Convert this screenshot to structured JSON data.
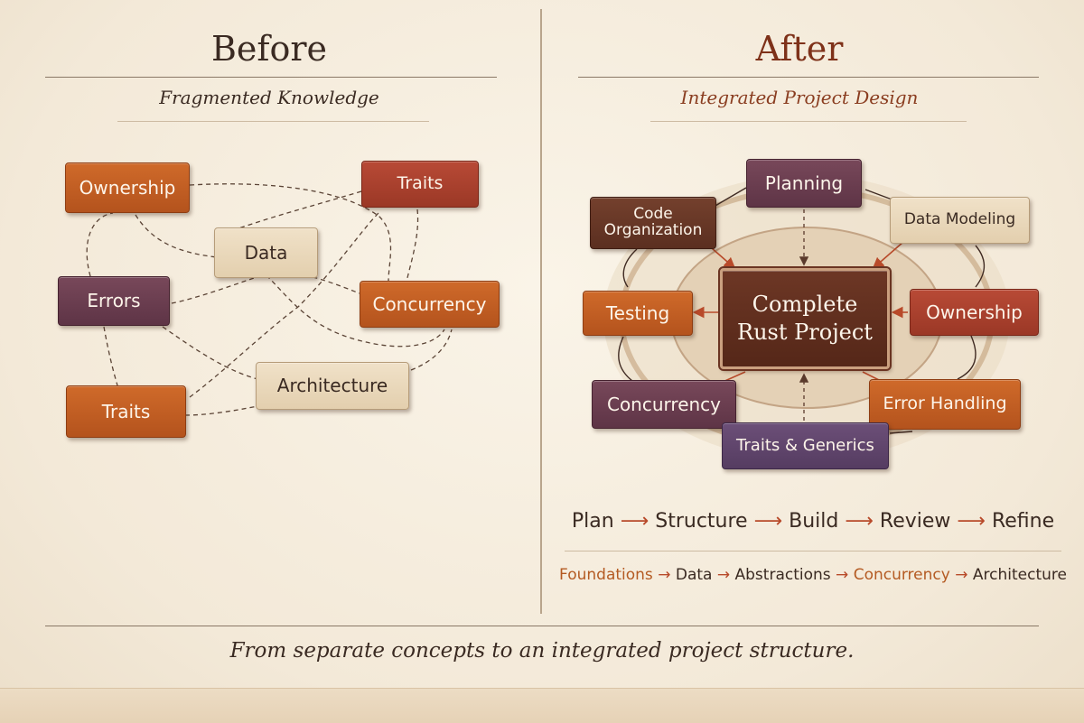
{
  "before": {
    "title": "Before",
    "subtitle": "Fragmented Knowledge",
    "nodes": {
      "ownership": "Ownership",
      "traits_top": "Traits",
      "data": "Data",
      "errors": "Errors",
      "concurrency": "Concurrency",
      "architecture": "Architecture",
      "traits_bottom": "Traits"
    }
  },
  "after": {
    "title": "After",
    "subtitle": "Integrated Project Design",
    "center": {
      "line1": "Complete",
      "line2": "Rust Project"
    },
    "nodes": {
      "planning": "Planning",
      "code_org_line1": "Code",
      "code_org_line2": "Organization",
      "data_modeling": "Data Modeling",
      "testing": "Testing",
      "ownership": "Ownership",
      "concurrency": "Concurrency",
      "error_handling": "Error Handling",
      "traits_generics": "Traits & Generics"
    },
    "process": [
      "Plan",
      "Structure",
      "Build",
      "Review",
      "Refine"
    ],
    "path": [
      "Foundations",
      "Data",
      "Abstractions",
      "Concurrency",
      "Architecture"
    ]
  },
  "caption": "From separate concepts to an integrated project structure.",
  "colors": {
    "orange": "#c4602a",
    "red": "#a9412e",
    "plum": "#6b3e50",
    "brown": "#653624",
    "beige": "#ead9bc",
    "violet": "#614569",
    "arrow": "#b84a2a"
  }
}
